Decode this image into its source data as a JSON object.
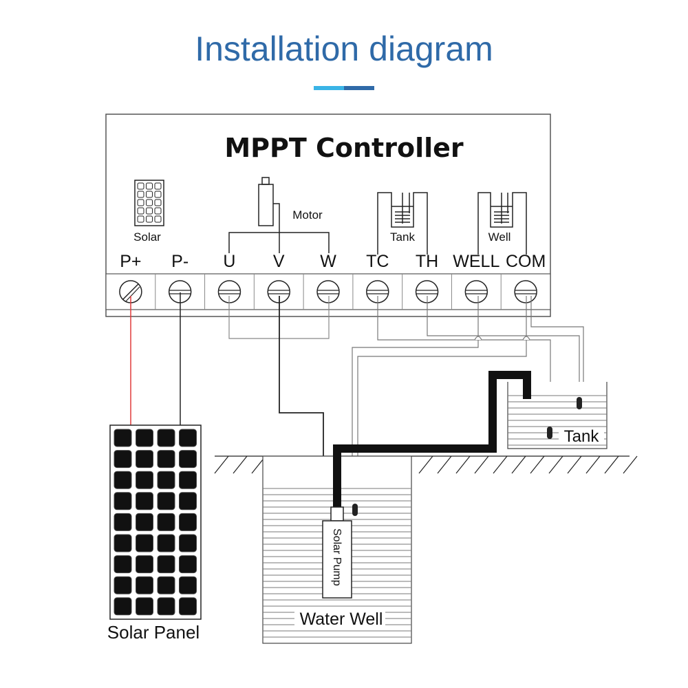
{
  "header": {
    "title": "Installation diagram",
    "underline_colors": [
      "#3ab4e6",
      "#2f6aa8"
    ]
  },
  "controller": {
    "title": "MPPT Controller",
    "solar_label": "Solar",
    "motor_label": "Motor",
    "tank_label": "Tank",
    "well_label": "Well",
    "terminals": [
      "P+",
      "P-",
      "U",
      "V",
      "W",
      "TC",
      "TH",
      "WELL",
      "COM"
    ]
  },
  "components": {
    "solar_panel": "Solar Panel",
    "water_well": "Water Well",
    "solar_pump": "Solar Pump",
    "tank": "Tank"
  },
  "colors": {
    "positive_wire": "#e03a3a",
    "wire": "#111111",
    "sensor_wire": "#777777"
  }
}
